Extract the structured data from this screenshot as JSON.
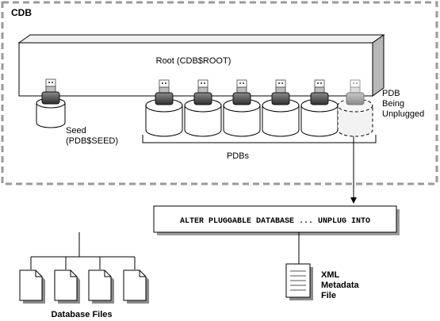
{
  "cdb": {
    "label": "CDB"
  },
  "root": {
    "label": "Root (CDB$ROOT)"
  },
  "seed": {
    "line1": "Seed",
    "line2": "(PDB$SEED)"
  },
  "pdbs": {
    "label": "PDBs",
    "count": 5
  },
  "unplugging": {
    "line1": "PDB",
    "line2": "Being",
    "line3": "Unplugged"
  },
  "command": {
    "text": "ALTER PLUGGABLE DATABASE ... UNPLUG INTO"
  },
  "database_files": {
    "label": "Database Files",
    "count": 4
  },
  "xml_file": {
    "line1": "XML",
    "line2": "Metadata",
    "line3": "File"
  }
}
